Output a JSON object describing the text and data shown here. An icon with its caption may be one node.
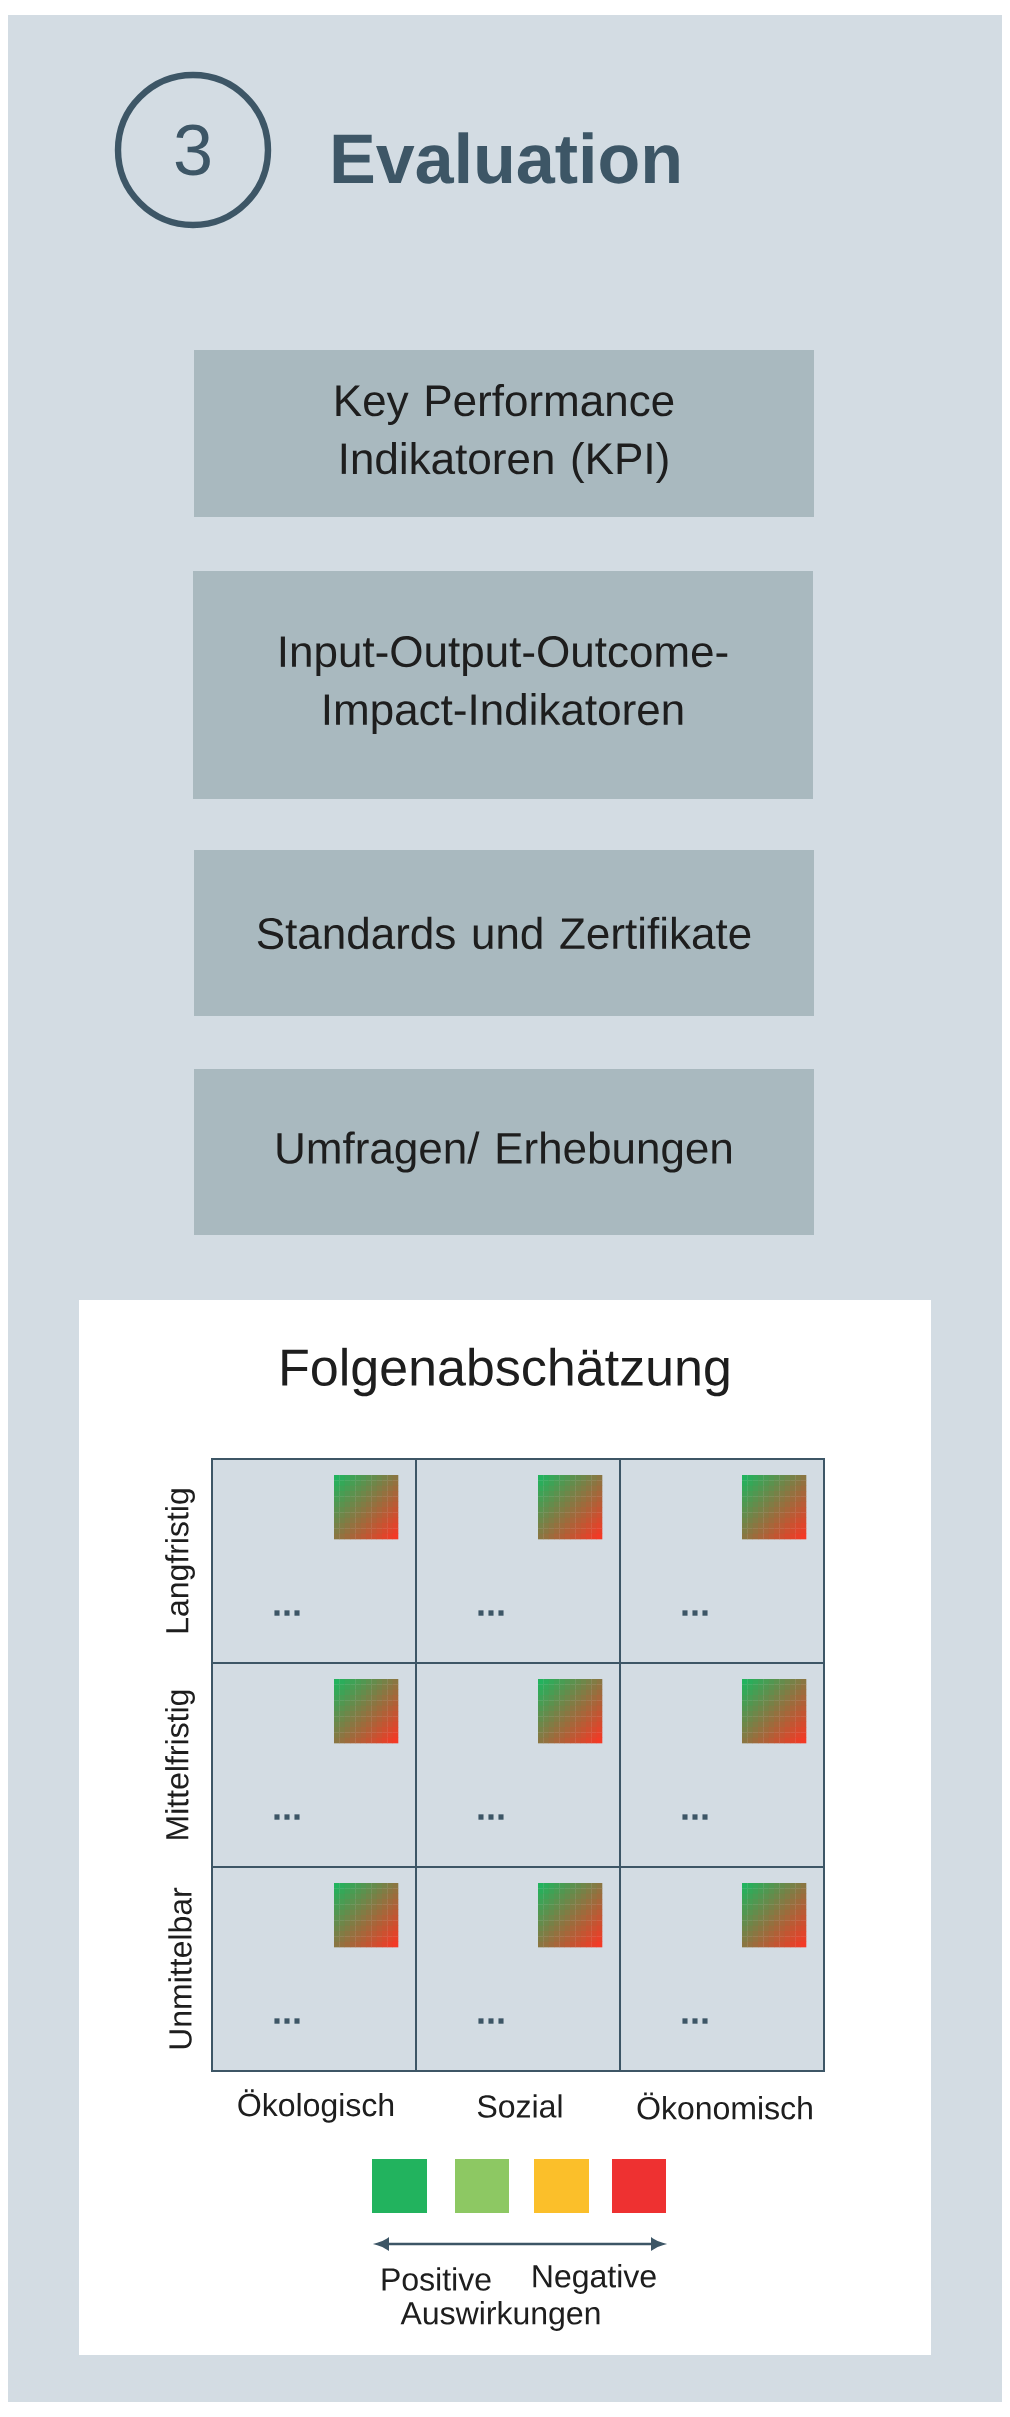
{
  "diagram": {
    "title": "Evaluation",
    "nodes": [
      {
        "text": [
          "3"
        ]
      },
      {
        "text": [
          "Key Performance Indikatoren (KPI)"
        ]
      },
      {
        "text": [
          "Input-Output-Outcome-Impact-Indikatoren"
        ]
      },
      {
        "text": [
          "Standards und Zertifikate"
        ]
      },
      {
        "text": [
          "Umfragen/ Erhebungen"
        ]
      },
      {
        "text": [
          "Folgenabschätzung"
        ]
      },
      {
        "text": [
          "..."
        ],
        "in": 5
      },
      {
        "text": [
          "..."
        ],
        "in": 5
      },
      {
        "text": [
          "..."
        ],
        "in": 5
      },
      {
        "text": [
          "..."
        ],
        "in": 5
      },
      {
        "text": [
          "..."
        ],
        "in": 5
      },
      {
        "text": [
          "..."
        ],
        "in": 5
      },
      {
        "text": [
          "..."
        ],
        "in": 5
      },
      {
        "text": [
          "..."
        ],
        "in": 5
      },
      {
        "text": [
          "..."
        ],
        "in": 5
      }
    ],
    "edges": [],
    "labels": [
      "Langfristig",
      "Mittelfristig",
      "Unmittelbar",
      "Ökologisch",
      "Sozial",
      "Ökonomisch",
      "Positive",
      "Negative",
      "Auswirkungen"
    ]
  }
}
